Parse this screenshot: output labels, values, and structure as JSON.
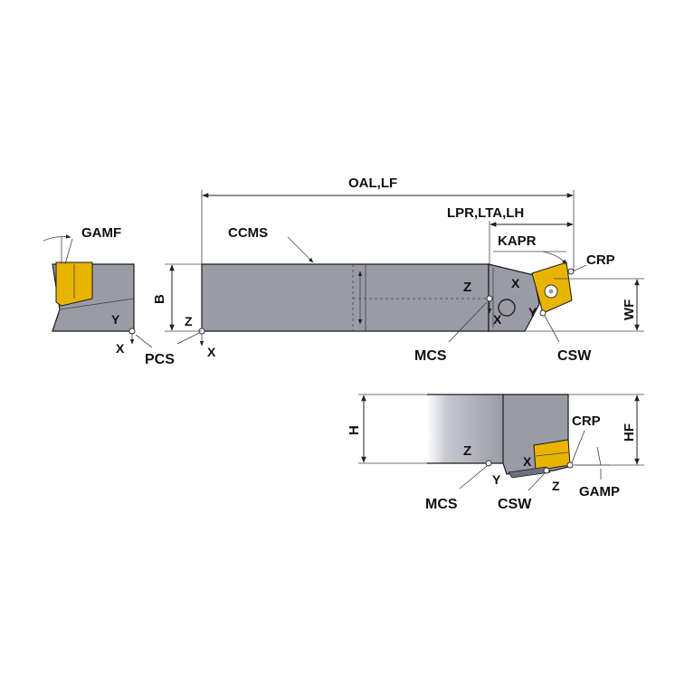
{
  "labels": {
    "gamf": "GAMF",
    "ccms": "CCMS",
    "oal_lf": "OAL,LF",
    "lpr_lta_lh": "LPR,LTA,LH",
    "kapr": "KAPR",
    "crp": "CRP",
    "wf": "WF",
    "b": "B",
    "h": "H",
    "hf": "HF",
    "pcs": "PCS",
    "mcs": "MCS",
    "csw": "CSW",
    "gamp": "GAMP",
    "axis_x": "X",
    "axis_y": "Y",
    "axis_z": "Z"
  },
  "colors": {
    "body": "#9b9ba8",
    "body_dark": "#6f6f7e",
    "insert": "#e8b400",
    "insert_dark": "#b88a00"
  }
}
